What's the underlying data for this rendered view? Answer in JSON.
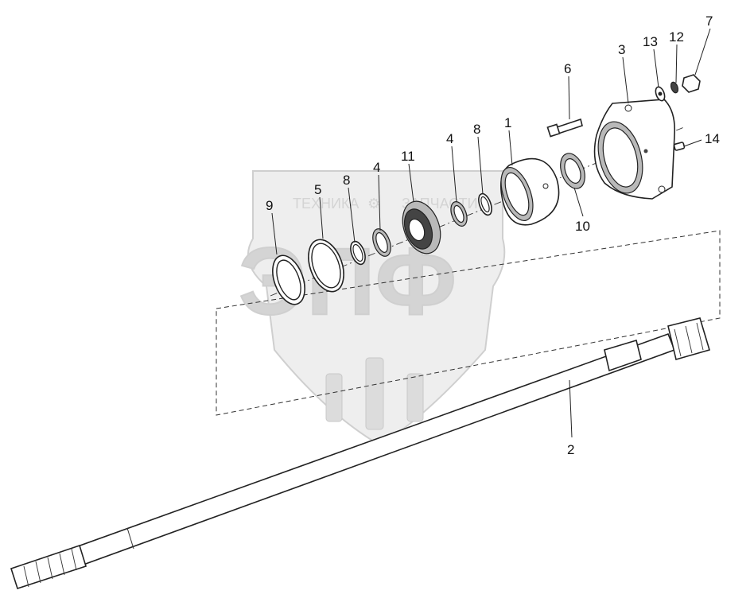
{
  "watermark": {
    "brand_left": "ТЕХНИКА",
    "brand_right": "ЗАПЧАСТИ",
    "logo_letters": "ЭПФ"
  },
  "callouts": {
    "c1": "1",
    "c2": "2",
    "c3": "3",
    "c4a": "4",
    "c4b": "4",
    "c5": "5",
    "c6": "6",
    "c7": "7",
    "c8a": "8",
    "c8b": "8",
    "c9": "9",
    "c10": "10",
    "c11": "11",
    "c12": "12",
    "c13": "13",
    "c14": "14"
  }
}
